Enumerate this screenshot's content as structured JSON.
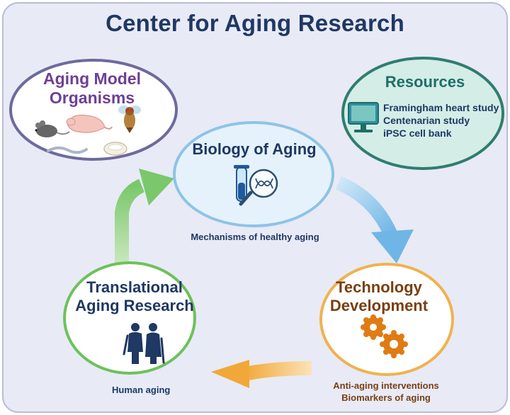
{
  "title": "Center for Aging Research",
  "colors": {
    "background": "#e8eaf6",
    "title": "#1f3864",
    "biology": "#8ec3e6",
    "resources": "#2f7d6e",
    "models": "#6d6a9c",
    "translational": "#6cc25a",
    "technology": "#f0b24e"
  },
  "aging_models": {
    "title": "Aging Model Organisms",
    "organisms": [
      "mouse-icon",
      "naked-mole-rat-icon",
      "fruit-fly-icon",
      "worm-icon",
      "petri-dish-icon"
    ]
  },
  "resources": {
    "title": "Resources",
    "icon": "monitor-icon",
    "items": [
      "Framingham heart study",
      "Centenarian study",
      "iPSC cell bank"
    ]
  },
  "biology": {
    "title": "Biology of Aging",
    "icon": "test-tube-dna-icon",
    "caption": "Mechanisms of healthy aging"
  },
  "translational": {
    "title": "Translational Aging Research",
    "icon": "elderly-couple-icon",
    "caption": "Human aging"
  },
  "technology": {
    "title": "Technology Development",
    "icon": "gears-icon",
    "captions": [
      "Anti-aging interventions",
      "Biomarkers of aging"
    ]
  }
}
